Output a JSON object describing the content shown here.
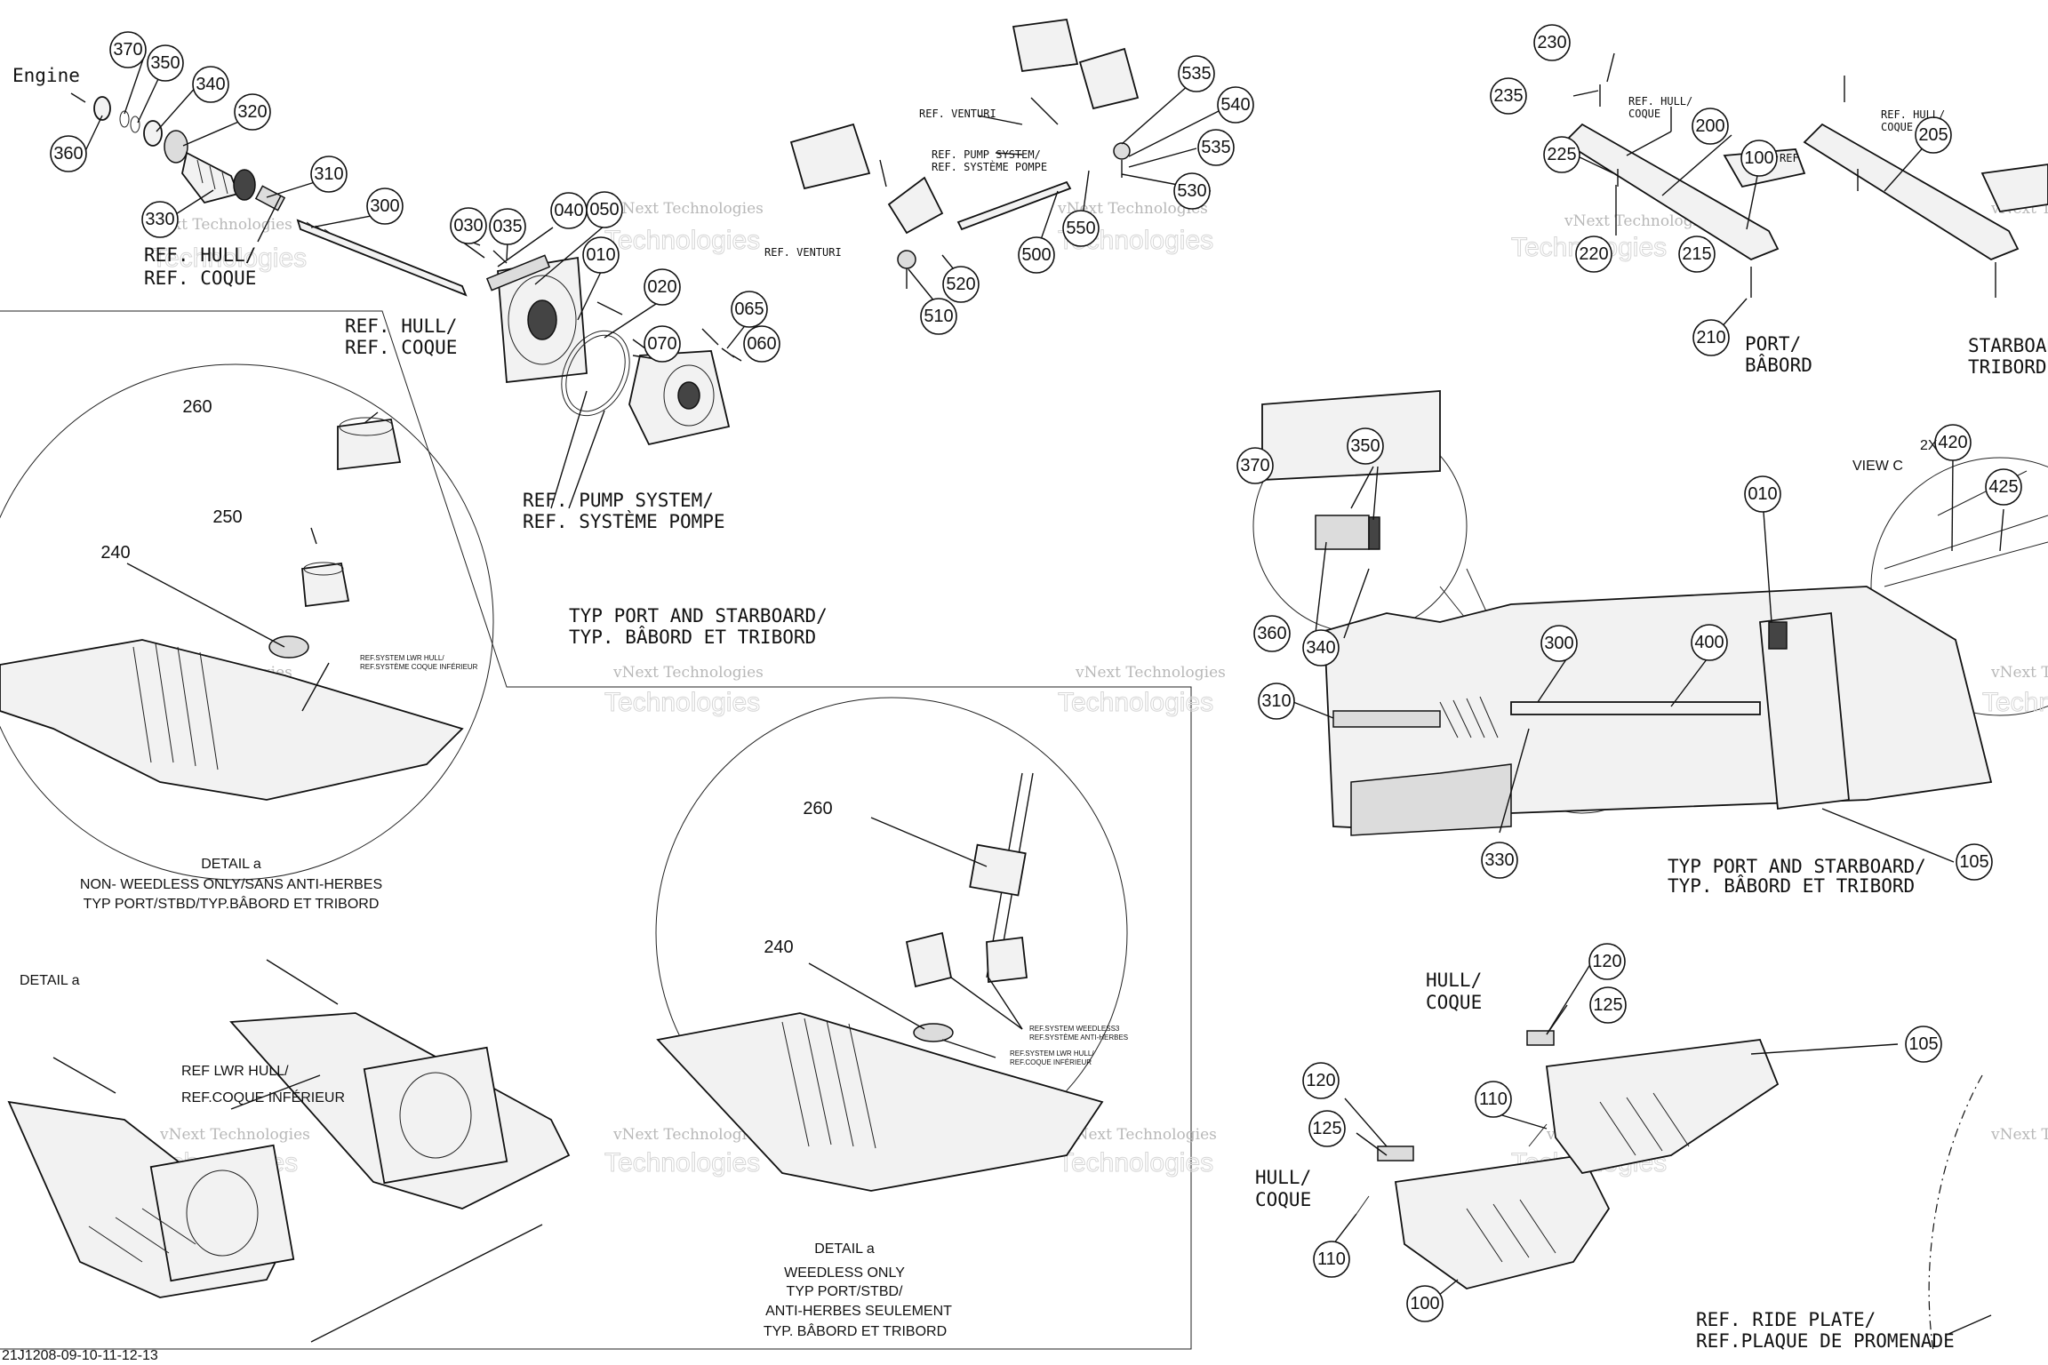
{
  "figure_code": "21J1208-09-10-11-12-13",
  "watermark": {
    "line1": "vNext Technologies",
    "line2": "Technologies"
  },
  "labels": {
    "engine": "Engine",
    "hull_1": "REF. HULL/",
    "coque_1": "REF. COQUE",
    "hull_2": "REF. HULL/",
    "coque_2": "REF. COQUE",
    "pump_1": "REF. PUMP SYSTEM/",
    "pompe_1": "REF. SYSTÈME POMPE",
    "typ_1": "TYP PORT AND STARBOARD/",
    "babord_1": "TYP. BÂBORD ET TRIBORD",
    "venturi_1": "REF. VENTURI",
    "venturi_2": "REF. VENTURI",
    "pump_small_1": "REF. PUMP SYSTEM/",
    "pompe_small_1": "REF. SYSTÈME POMPE",
    "hull_small_1": "REF. HULL/",
    "coque_small_1": "COQUE",
    "hull_small_2": "REF. HULL/",
    "coque_small_2": "COQUE",
    "port": "PORT/",
    "babord": "BÂBORD",
    "starboard": "STARBOARD/",
    "tribord": "TRIBORD",
    "ref_100": "REF",
    "view_c": "VIEW C",
    "qty_2x": "2X",
    "typ_2": "TYP PORT AND STARBOARD/",
    "babord_2": "TYP. BÂBORD ET TRIBORD",
    "hull_3": "HULL/",
    "coque_3": "COQUE",
    "hull_4": "HULL/",
    "coque_4": "COQUE",
    "ride_1": "REF. RIDE PLATE/",
    "ride_2": "REF.PLAQUE DE PROMENADE",
    "detail_a_top": "DETAIL a",
    "detail_a_top_2": "NON-  WEEDLESS ONLY/SANS ANTI-HERBES",
    "detail_a_top_3": "TYP PORT/STBD/TYP.BÂBORD ET TRIBORD",
    "sys_lwr_1": "REF.SYSTEM LWR HULL/",
    "sys_lwr_2": "REF.SYSTÈME COQUE INFÉRIEUR",
    "detail_a_left": "DETAIL a",
    "lwr_hull_1": "REF LWR HULL/",
    "lwr_hull_2": "REF.COQUE INFÉRIEUR",
    "weed_1": "REF.SYSTEM WEEDLESS3",
    "weed_2": "REF.SYSTÈME ANTI-HERBES",
    "weed_3": "REF.SYSTEM LWR HULL/",
    "weed_4": "REF.COQUE INFÉRIEUR",
    "detail_a_bot_1": "DETAIL a",
    "detail_a_bot_2": "WEEDLESS ONLY",
    "detail_a_bot_3": "TYP PORT/STBD/",
    "detail_a_bot_4": "ANTI-HERBES SEULEMENT",
    "detail_a_bot_5": "TYP. BÂBORD ET TRIBORD"
  },
  "callouts": {
    "c370a": "370",
    "c350a": "350",
    "c340a": "340",
    "c360a": "360",
    "c320": "320",
    "c310a": "310",
    "c300a": "300",
    "c330a": "330",
    "c030": "030",
    "c035": "035",
    "c040": "040",
    "c050": "050",
    "c010a": "010",
    "c020": "020",
    "c065": "065",
    "c070": "070",
    "c060": "060",
    "c260a": "260",
    "c250": "250",
    "c240a": "240",
    "c535a": "535",
    "c540": "540",
    "c535b": "535",
    "c530": "530",
    "c550": "550",
    "c500": "500",
    "c520": "520",
    "c510": "510",
    "c230": "230",
    "c235": "235",
    "c200": "200",
    "c205": "205",
    "c225": "225",
    "c100a": "100",
    "c220": "220",
    "c215": "215",
    "c210": "210",
    "c370b": "370",
    "c350b": "350",
    "c360b": "360",
    "c340b": "340",
    "c300b": "300",
    "c400": "400",
    "c010b": "010",
    "c420": "420",
    "c425": "425",
    "c310b": "310",
    "c330b": "330",
    "c105a": "105",
    "c120a": "120",
    "c125a": "125",
    "c105b": "105",
    "c120b": "120",
    "c110a": "110",
    "c125b": "125",
    "c110b": "110",
    "c100b": "100",
    "c260b": "260",
    "c240b": "240"
  }
}
